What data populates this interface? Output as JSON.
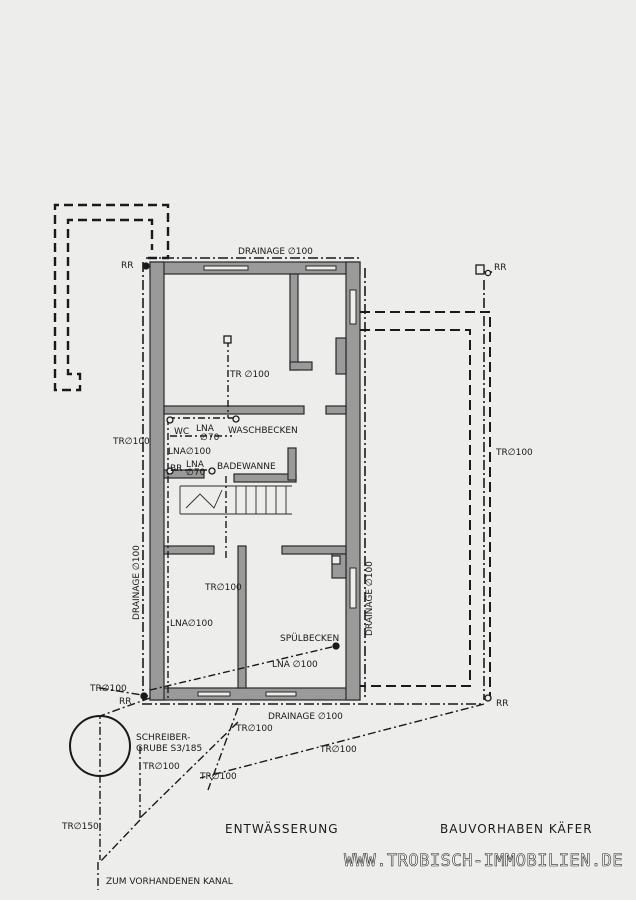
{
  "labels": {
    "rr_top_left": "RR",
    "rr_top_right": "RR",
    "rr_bottom_left": "RR",
    "rr_bottom_right": "RR",
    "drainage_top": "DRAINAGE ∅100",
    "drainage_bottom": "DRAINAGE ∅100",
    "drainage_left": "DRAINAGE ∅100",
    "drainage_right": "DRAINAGE ∅100",
    "tr_room": "TR ∅100",
    "tr_left_upper": "TR∅100",
    "tr_right": "TR∅100",
    "tr_middle": "TR∅100",
    "tr_bottom_left": "TR∅100",
    "tr_bottom_1": "TR∅100",
    "tr_bottom_2": "TR∅100",
    "tr_bottom_3": "TR∅100",
    "tr_bottom_4": "TR∅100",
    "tr_150": "TR∅150",
    "wc": "WC",
    "lna70_a_1": "LNA",
    "lna70_a_2": "∅70",
    "waschbecken": "WASCHBECKEN",
    "lna100_upper": "LNA∅100",
    "br": "BR",
    "lna70_b_1": "LNA",
    "lna70_b_2": "∅70",
    "badewanne": "BADEWANNE",
    "lna100_lower": "LNA∅100",
    "spuelbecken": "SPÜLBECKEN",
    "lna100_kitchen": "LNA ∅100",
    "schreibergrube_1": "SCHREIBER-",
    "schreibergrube_2": "GRUBE S3/185",
    "entwaesserung": "ENTWÄSSERUNG",
    "bauvorhaben": "BAUVORHABEN KÄFER",
    "kanal": "ZUM VORHANDENEN KANAL",
    "watermark": "WWW.TROBISCH-IMMOBILIEN.DE"
  },
  "colors": {
    "paper": "#ededeb",
    "ink": "#1a1a1a",
    "wall_fill": "#9a9a9a"
  }
}
